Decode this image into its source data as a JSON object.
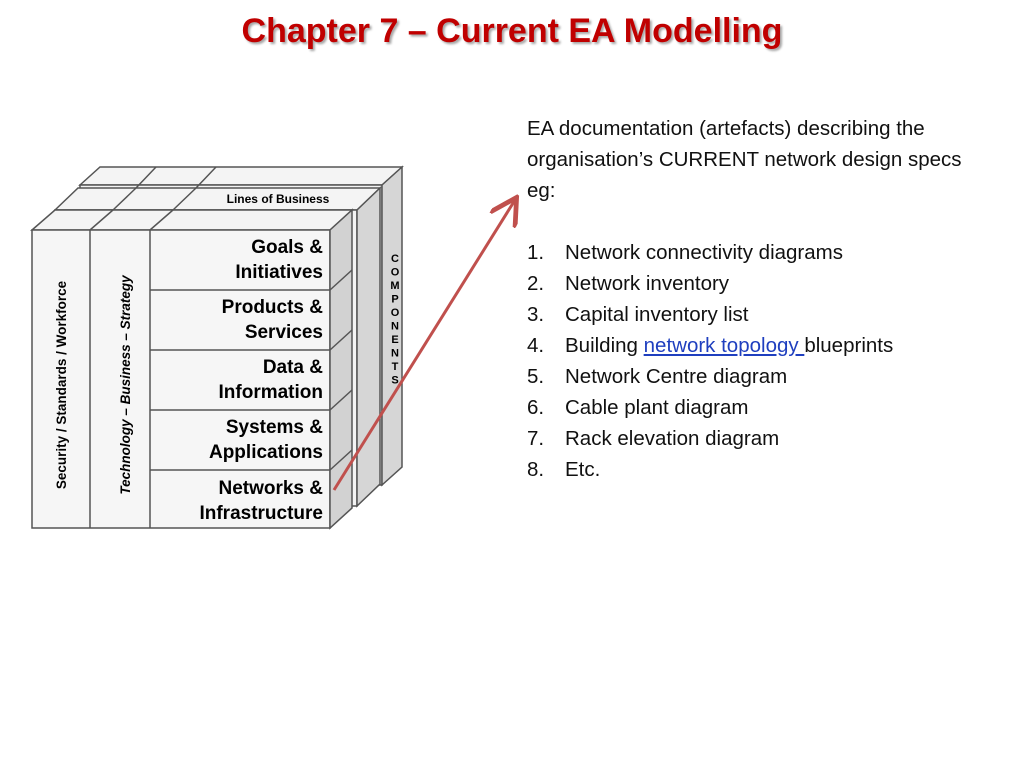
{
  "slide": {
    "title": "Chapter 7 – Current EA Modelling"
  },
  "cube": {
    "top_label": "Lines of Business",
    "side_label": "COMPONENTS",
    "left_axis_1": "Security / Standards / Workforce",
    "left_axis_2": "Technology – Business – Strategy",
    "rows": [
      {
        "line1": "Goals &",
        "line2": "Initiatives"
      },
      {
        "line1": "Products &",
        "line2": "Services"
      },
      {
        "line1": "Data &",
        "line2": "Information"
      },
      {
        "line1": "Systems &",
        "line2": "Applications"
      },
      {
        "line1": "Networks &",
        "line2": "Infrastructure"
      }
    ]
  },
  "arrow": {
    "color": "#c0504d"
  },
  "text": {
    "intro_line1": "EA documentation (artefacts) describing the",
    "intro_line2": "organisation’s CURRENT network design specs",
    "intro_line3": "eg:",
    "items": [
      {
        "num": "1.",
        "text": "Network connectivity diagrams"
      },
      {
        "num": "2.",
        "text": "Network inventory"
      },
      {
        "num": "3.",
        "text": "Capital inventory list"
      },
      {
        "num": "4.",
        "pre": "Building ",
        "link": "network topology ",
        "post": "blueprints"
      },
      {
        "num": "5.",
        "text": "Network Centre diagram"
      },
      {
        "num": "6.",
        "text": "Cable plant diagram"
      },
      {
        "num": "7.",
        "text": "Rack elevation diagram"
      },
      {
        "num": "8.",
        "text": "Etc."
      }
    ]
  }
}
